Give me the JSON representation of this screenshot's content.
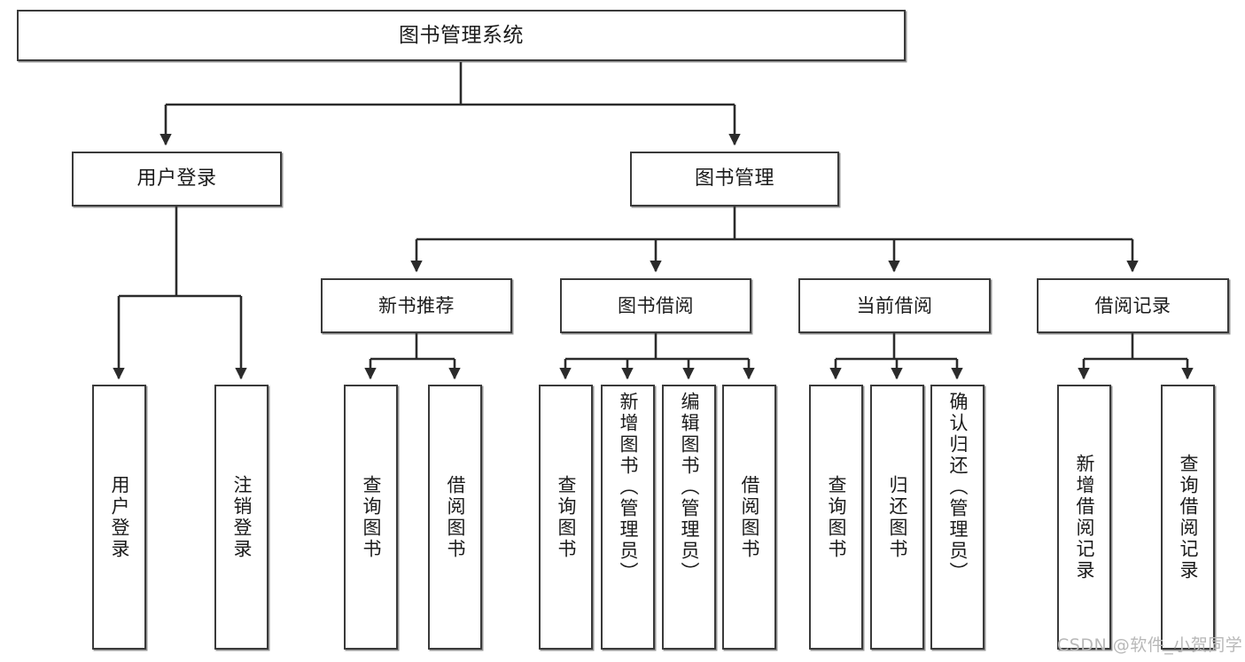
{
  "diagram": {
    "title": "图书管理系统",
    "type": "functional-structure-tree",
    "watermark": "CSDN @软件_小贺同学",
    "colors": {
      "background": "#ffffff",
      "box_border": "#3a3a3a",
      "box_fill": "#ffffff",
      "edge": "#2b2b2b",
      "text": "#1b1b1b",
      "watermark": "#b8b8b8"
    },
    "root": {
      "id": "root",
      "label": "图书管理系统"
    },
    "level2": [
      {
        "id": "n-user-login",
        "label": "用户登录"
      },
      {
        "id": "n-book-manage",
        "label": "图书管理"
      }
    ],
    "level3": [
      {
        "id": "n-new-book-rec",
        "label": "新书推荐",
        "parent": "n-book-manage"
      },
      {
        "id": "n-book-borrow",
        "label": "图书借阅",
        "parent": "n-book-manage"
      },
      {
        "id": "n-current-borrow",
        "label": "当前借阅",
        "parent": "n-book-manage"
      },
      {
        "id": "n-borrow-record",
        "label": "借阅记录",
        "parent": "n-book-manage"
      }
    ],
    "leaves": [
      {
        "id": "leaf-user-login",
        "label": "用户登录",
        "parent": "n-user-login"
      },
      {
        "id": "leaf-user-logout",
        "label": "注销登录",
        "parent": "n-user-login"
      },
      {
        "id": "leaf-rec-query-book",
        "label": "查询图书",
        "parent": "n-new-book-rec"
      },
      {
        "id": "leaf-rec-borrow-book",
        "label": "借阅图书",
        "parent": "n-new-book-rec"
      },
      {
        "id": "leaf-bb-query-book",
        "label": "查询图书",
        "parent": "n-book-borrow"
      },
      {
        "id": "leaf-bb-add-book",
        "label": "新增图书（管理员）",
        "parent": "n-book-borrow"
      },
      {
        "id": "leaf-bb-edit-book",
        "label": "编辑图书（管理员）",
        "parent": "n-book-borrow"
      },
      {
        "id": "leaf-bb-borrow-book",
        "label": "借阅图书",
        "parent": "n-book-borrow"
      },
      {
        "id": "leaf-cb-query-book",
        "label": "查询图书",
        "parent": "n-current-borrow"
      },
      {
        "id": "leaf-cb-return-book",
        "label": "归还图书",
        "parent": "n-current-borrow"
      },
      {
        "id": "leaf-cb-confirm-return",
        "label": "确认归还（管理员）",
        "parent": "n-current-borrow"
      },
      {
        "id": "leaf-br-add-record",
        "label": "新增借阅记录",
        "parent": "n-borrow-record"
      },
      {
        "id": "leaf-br-query-record",
        "label": "查询借阅记录",
        "parent": "n-borrow-record"
      }
    ]
  }
}
